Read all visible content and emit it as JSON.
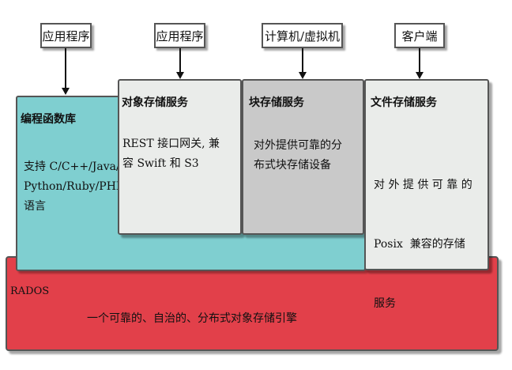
{
  "clients": {
    "app1": "应用程序",
    "app2": "应用程序",
    "vm": "计算机/虚拟机",
    "customer": "客户端"
  },
  "library": {
    "title": "编程函数库",
    "desc_line1": "支持 C/C++/Java/",
    "desc_line2": "Python/Ruby/PHP",
    "desc_line3": "语言"
  },
  "object_storage": {
    "title": "对象存储服务",
    "desc_line1": "REST 接口网关, 兼",
    "desc_line2": "容 Swift 和 S3"
  },
  "block_storage": {
    "title": "块存储服务",
    "desc_line1": "对外提供可靠的分",
    "desc_line2": "布式块存储设备"
  },
  "file_storage": {
    "title": "文件存储服务",
    "desc_line1": "对 外 提 供 可 靠 的",
    "desc_line2": "Posix  兼容的存储",
    "desc_line3": "服务"
  },
  "rados": {
    "title": "RADOS",
    "desc": "一个可靠的、自治的、分布式对象存储引擎"
  },
  "colors": {
    "rados": "#e2404a",
    "library": "#7fcfd0",
    "service_light": "#eaecea",
    "service_dark": "#c9c9c9"
  }
}
